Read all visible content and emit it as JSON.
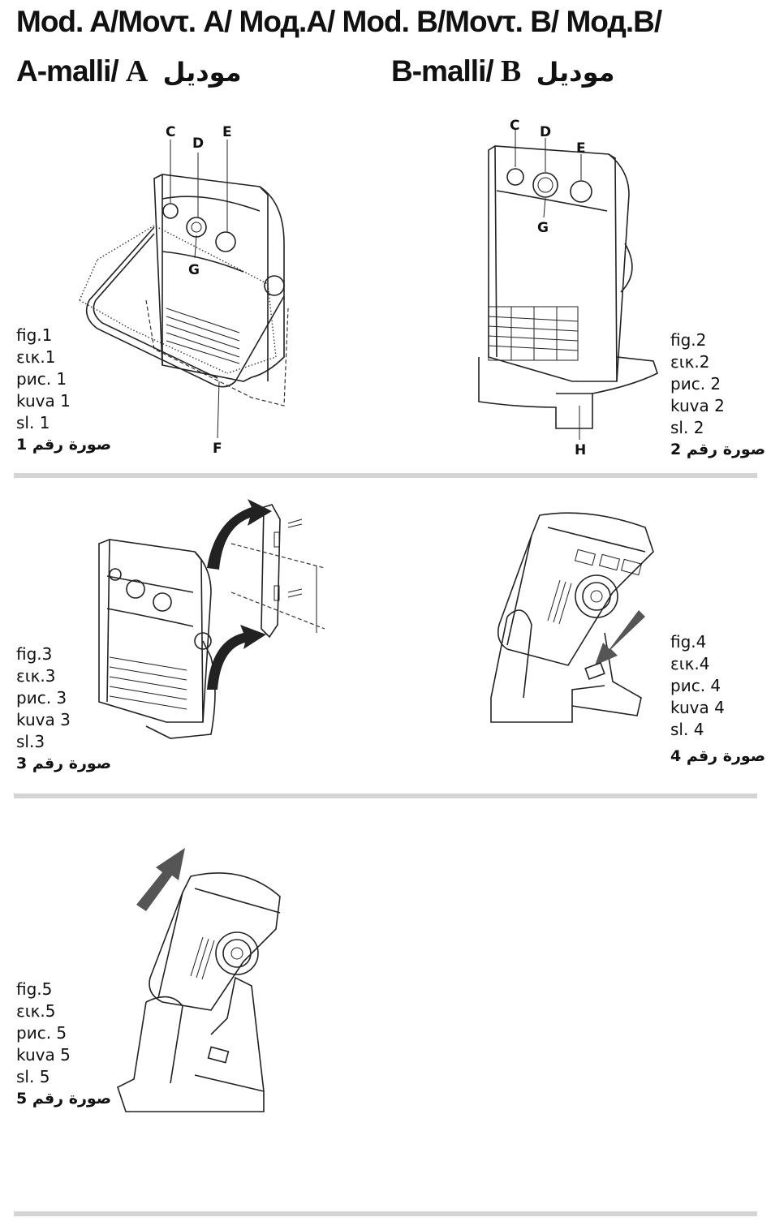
{
  "header": {
    "line1": "Mod. A/Movτ. A/ Мод.A/ Mod. B/Movτ. B/ Мод.B/",
    "line2_a": "A-malli/",
    "line2_a_letter": "A",
    "line2_a_ar": "موديل",
    "line2_b": "B-malli/",
    "line2_b_letter": "B",
    "line2_b_ar": "موديل"
  },
  "figures": [
    {
      "id": "fig1",
      "lines": [
        "fig.1",
        "εικ.1",
        "рис. 1",
        "kuva 1",
        "sl. 1"
      ],
      "arabic": "1 صورة رقم",
      "callouts": [
        "C",
        "D",
        "E",
        "G",
        "F"
      ]
    },
    {
      "id": "fig2",
      "lines": [
        "fig.2",
        "εικ.2",
        "рис. 2",
        "kuva 2",
        "sl. 2"
      ],
      "arabic": "2 صورة رقم",
      "callouts": [
        "C",
        "D",
        "E",
        "G",
        "H"
      ]
    },
    {
      "id": "fig3",
      "lines": [
        "fig.3",
        "εικ.3",
        "рис. 3",
        "kuva 3",
        "sl.3"
      ],
      "arabic": "3 صورة رقم"
    },
    {
      "id": "fig4",
      "lines": [
        "fig.4",
        "εικ.4",
        "рис. 4",
        "kuva 4",
        "sl. 4"
      ],
      "arabic": "4 صورة رقم"
    },
    {
      "id": "fig5",
      "lines": [
        "fig.5",
        "εικ.5",
        "рис. 5",
        "kuva 5",
        "sl. 5"
      ],
      "arabic": "5 صورة رقم"
    }
  ],
  "colors": {
    "separator": "#d4d4d4",
    "ink": "#111111",
    "arrow": "#555555"
  }
}
